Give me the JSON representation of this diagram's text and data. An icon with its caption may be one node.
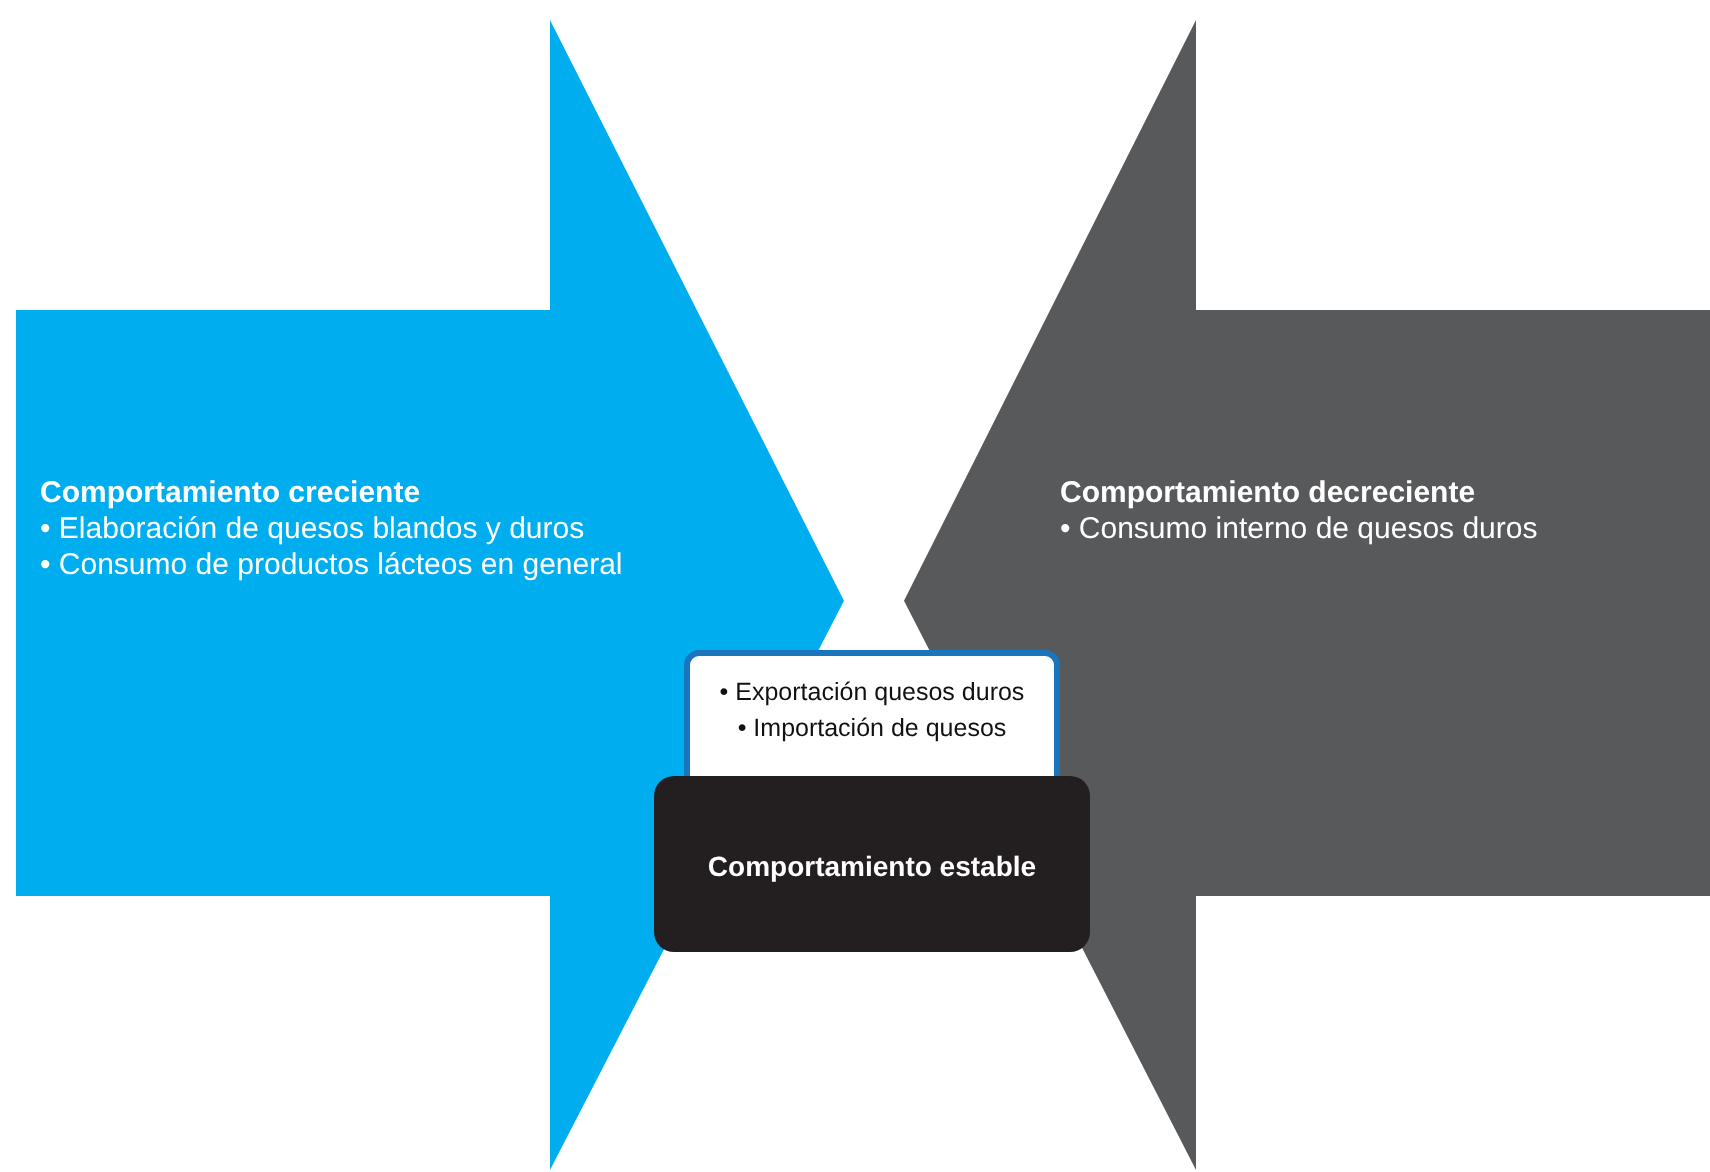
{
  "diagram": {
    "nodes": [
      {
        "text": [
          "Comportamiento creciente",
          "• Elaboración de quesos blandos y duros",
          "• Consumo de productos lácteos en general"
        ]
      },
      {
        "text": [
          "Comportamiento decreciente",
          "• Consumo interno de quesos duros"
        ]
      },
      {
        "text": [
          "• Exportación quesos duros",
          "• Importación de quesos"
        ]
      },
      {
        "text": [
          "Comportamiento estable"
        ]
      }
    ]
  }
}
